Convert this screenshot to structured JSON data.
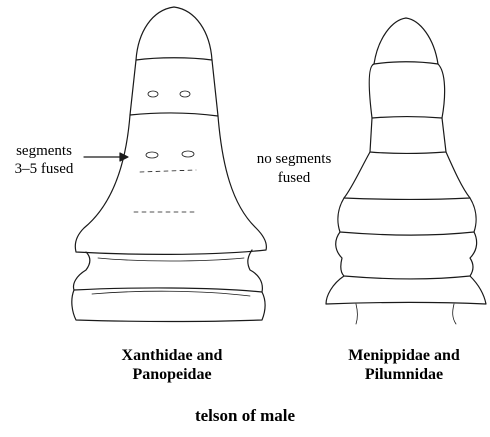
{
  "labels": {
    "left_annotation_line1": "segments",
    "left_annotation_line2": "3–5 fused",
    "right_annotation_line1": "no segments",
    "right_annotation_line2": "fused",
    "left_caption_line1": "Xanthidae and",
    "left_caption_line2": "Panopeidae",
    "right_caption_line1": "Menippidae and",
    "right_caption_line2": "Pilumnidae",
    "main_caption": "telson of male"
  }
}
